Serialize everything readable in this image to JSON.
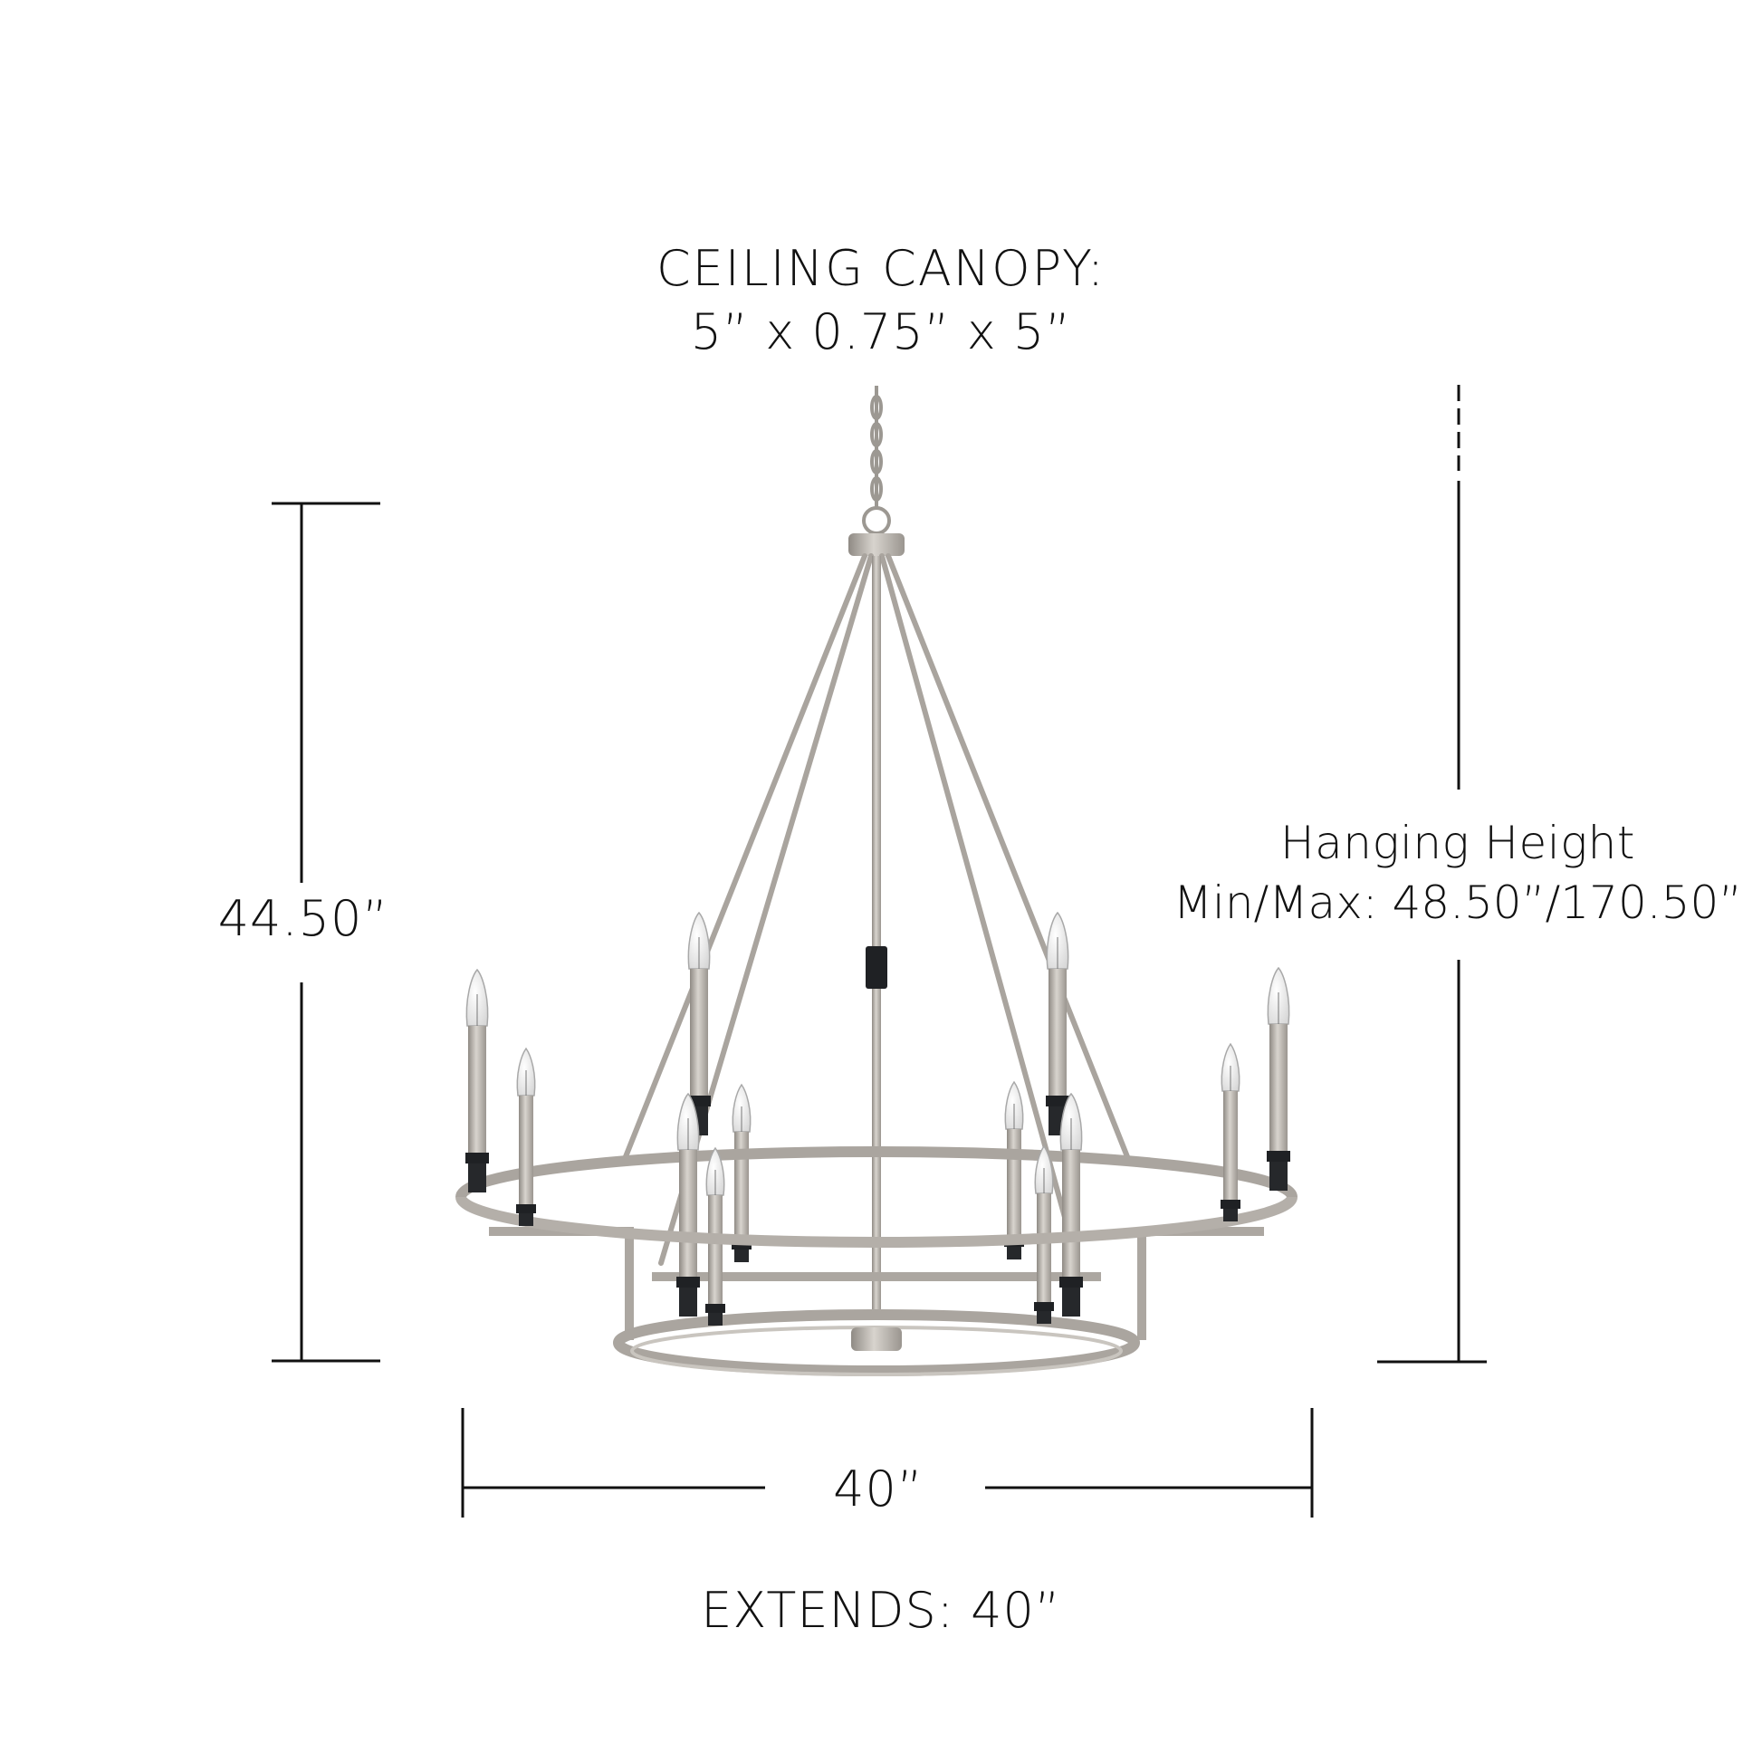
{
  "canopy": {
    "title": "CEILING CANOPY:",
    "dimensions": "5” x 0.75” x 5”"
  },
  "height": {
    "value": "44.50”"
  },
  "hanging_height": {
    "title": "Hanging Height",
    "value": "Min/Max: 48.50”/170.50”"
  },
  "width": {
    "value": "40”"
  },
  "extends": {
    "label": "EXTENDS: 40”"
  },
  "product": {
    "icon": "chandelier-icon",
    "lights": 12,
    "finish_color": "#b9b4ad",
    "accent_color": "#1f2124"
  },
  "colors": {
    "background": "#ffffff",
    "text": "#111111",
    "dimension_lines": "#111111"
  }
}
